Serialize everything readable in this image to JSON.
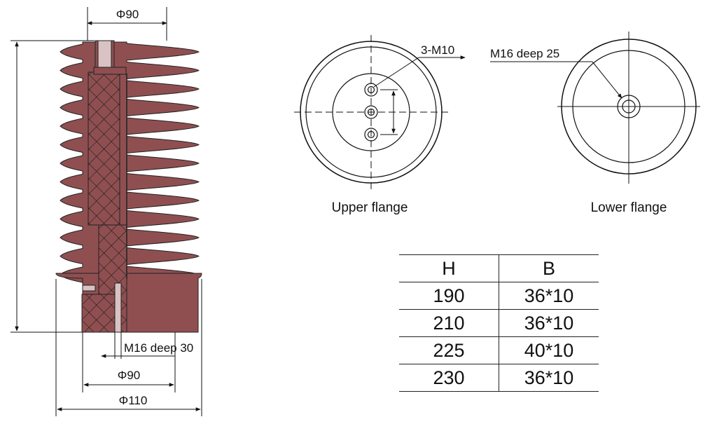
{
  "insulator": {
    "top_dim": "Φ90",
    "bottom_thread": "M16 deep 30",
    "bottom_inner_dim": "Φ90",
    "bottom_outer_dim": "Φ110"
  },
  "upper_flange": {
    "caption": "Upper flange",
    "hole_label": "3-M10"
  },
  "lower_flange": {
    "caption": "Lower flange",
    "hole_label": "M16 deep 25"
  },
  "table": {
    "headers": [
      "H",
      "B"
    ],
    "rows": [
      [
        "190",
        "36*10"
      ],
      [
        "210",
        "36*10"
      ],
      [
        "225",
        "40*10"
      ],
      [
        "230",
        "36*10"
      ]
    ]
  },
  "colors": {
    "body": "#8f4f51",
    "line": "#111111"
  }
}
